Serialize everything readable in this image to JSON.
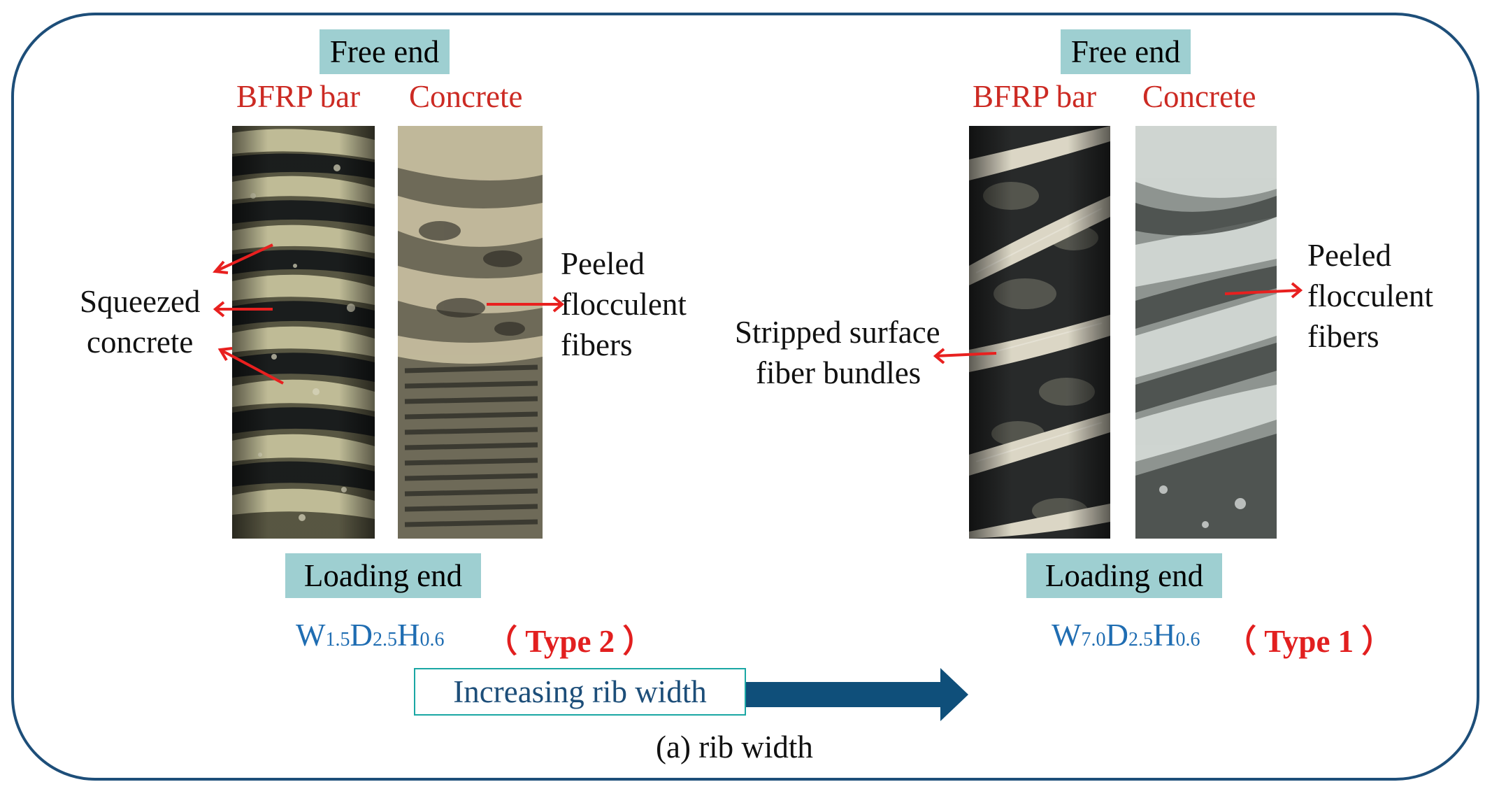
{
  "panel_left": {
    "top_label": "Free end",
    "col1_head": "BFRP bar",
    "col2_head": "Concrete",
    "bottom_label": "Loading end",
    "ann_left": [
      "Squeezed",
      "concrete"
    ],
    "ann_right": [
      "Peeled",
      "flocculent",
      "fibers"
    ],
    "code_w": "W",
    "code_w_sub": "1.5",
    "code_d": "D",
    "code_d_sub": "2.5",
    "code_h": "H",
    "code_h_sub": "0.6",
    "type": "（ Type 2 ）"
  },
  "panel_right": {
    "top_label": "Free end",
    "col1_head": "BFRP bar",
    "col2_head": "Concrete",
    "bottom_label": "Loading end",
    "ann_left": [
      "Stripped surface",
      "fiber bundles"
    ],
    "ann_right": [
      "Peeled",
      "flocculent",
      "fibers"
    ],
    "code_w": "W",
    "code_w_sub": "7.0",
    "code_d": "D",
    "code_d_sub": "2.5",
    "code_h": "H",
    "code_h_sub": "0.6",
    "type": "（ Type 1 ）"
  },
  "trend_arrow": {
    "label": "Increasing rib width"
  },
  "caption": "(a) rib width",
  "colors": {
    "frame": "#1d4e79",
    "label_fill": "#9ecfd1",
    "head_red": "#cc2a23",
    "code_blue": "#1f6db2",
    "type_red": "#e21f1f",
    "annotation_arrow": "#e8201f",
    "trend_arrow": "#0f4f7a"
  }
}
